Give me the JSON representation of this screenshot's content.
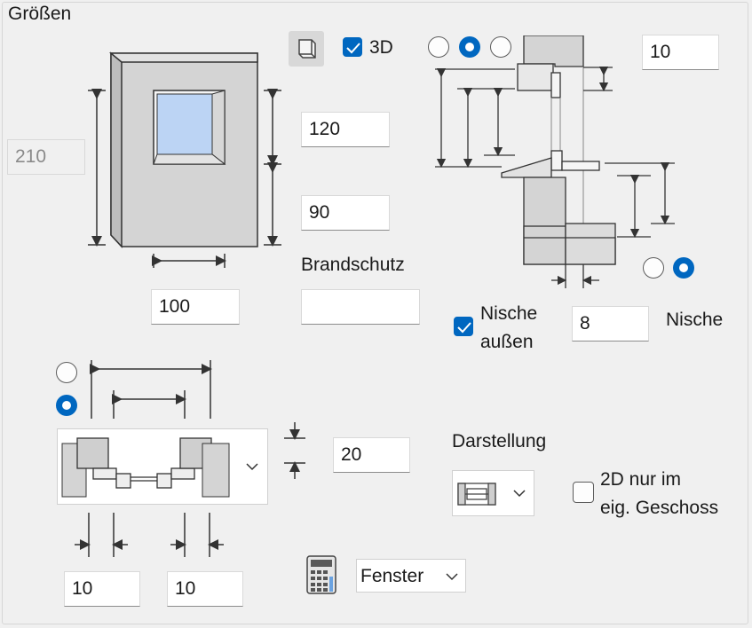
{
  "group": {
    "title": "Größen"
  },
  "height_total": "210",
  "window_height": "120",
  "parapet_height": "90",
  "width": "100",
  "brandschutz": {
    "label": "Brandschutz",
    "value": ""
  },
  "view3d": {
    "label": "3D",
    "checked": true
  },
  "top_value": "10",
  "nische": {
    "label_line1": "Nische",
    "label_line2": "außen",
    "checked": true,
    "value": "8",
    "side_label": "Nische"
  },
  "frame_depth": "20",
  "darstellung": {
    "label": "Darstellung"
  },
  "only2d": {
    "line1": "2D nur im",
    "line2": "eig. Geschoss",
    "checked": false
  },
  "reveal_left": "10",
  "reveal_right": "10",
  "element_type": {
    "selected": "Fenster"
  },
  "colors": {
    "accent": "#0067c0",
    "panel": "#f0f0f0"
  }
}
